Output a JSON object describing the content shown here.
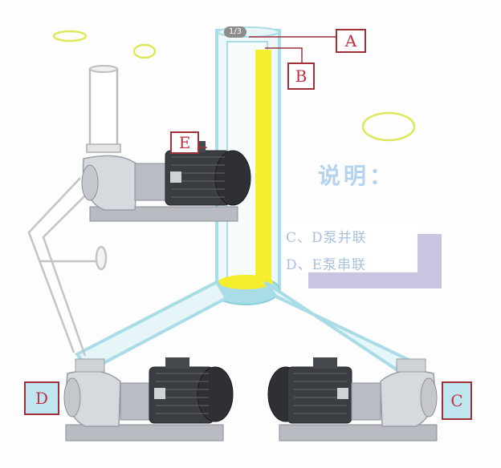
{
  "image_counter": "1/3",
  "labels": {
    "a": "A",
    "b": "B",
    "c": "C",
    "d": "D",
    "e": "E"
  },
  "explanation": {
    "title": "说明：",
    "lines": [
      "C、D泵并联",
      "D、E泵串联"
    ]
  },
  "colors": {
    "pipe_outline": "#a8dce6",
    "pipe_fill": "#e6f5f8",
    "flow_yellow": "#f4ee2c",
    "label_border": "#a0303a",
    "ellipse_yellow": "#dde85a",
    "note_box": "#c8c4e2"
  }
}
